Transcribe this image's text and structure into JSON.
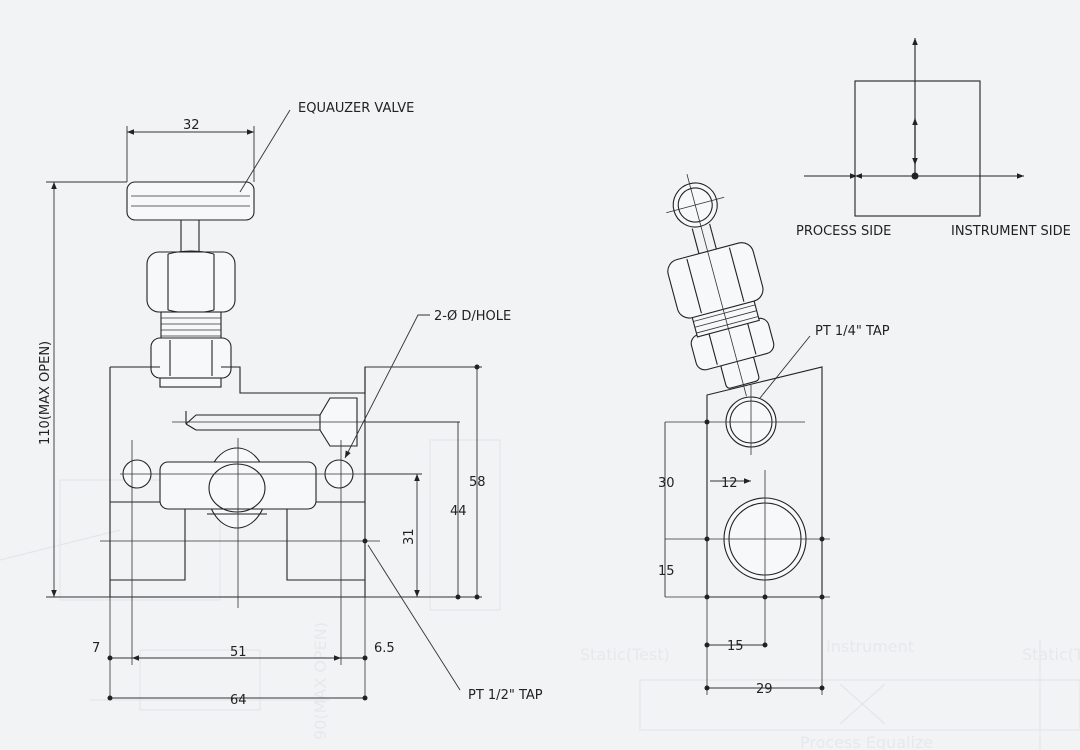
{
  "labels": {
    "equalizer_valve": "EQUAUZER VALVE",
    "drill_hole": "2-Ø D/HOLE",
    "pt_quarter_tap": "PT 1/4\" TAP",
    "pt_half_tap": "PT 1/2\" TAP",
    "process_side": "PROCESS SIDE",
    "instrument_side": "INSTRUMENT SIDE"
  },
  "dimensions": {
    "handle_width": "32",
    "max_open": "110(MAX OPEN)",
    "height_58": "58",
    "height_44": "44",
    "height_31": "31",
    "offset_7": "7",
    "hole_spacing_51": "51",
    "offset_6_5": "6.5",
    "body_width_64": "64",
    "side_30": "30",
    "side_12": "12",
    "side_15_v": "15",
    "side_15_h": "15",
    "side_29": "29"
  },
  "watermark": {
    "static_test": "Static(Test)",
    "instrument": "Instrument",
    "static_right": "Static(T",
    "process_equalize": "Process  Equalize",
    "max_open_90": "90(MAX OPEN)"
  },
  "colors": {
    "background": "#f1f3f5",
    "line": "#222222",
    "watermark": "#e3e7ea"
  }
}
